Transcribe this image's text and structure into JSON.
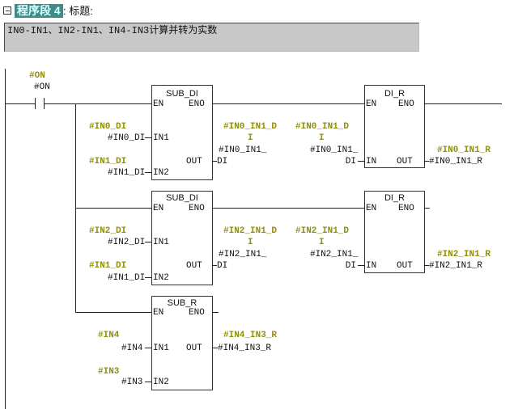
{
  "network": {
    "collapse_icon": "minus-box-icon",
    "label": "程序段 4",
    "title_suffix": ": 标题:",
    "comment": "IN0-IN1、IN2-IN1、IN4-IN3计算并转为实数"
  },
  "contact": {
    "symbol": "#ON",
    "address": "#ON"
  },
  "blocks": [
    {
      "name": "SUB_DI",
      "en": "EN",
      "eno": "ENO",
      "in1": "IN1",
      "in2": "IN2",
      "out": "OUT",
      "in1_symbol": "#IN0_DI",
      "in1_addr": "#IN0_DI",
      "in2_symbol": "#IN1_DI",
      "in2_addr": "#IN1_DI",
      "out_symbol_1": "#IN0_IN1_D",
      "out_symbol_2": "I",
      "out_addr_1": "#IN0_IN1_",
      "out_addr_2": "DI"
    },
    {
      "name": "DI_R",
      "en": "EN",
      "eno": "ENO",
      "in": "IN",
      "out": "OUT",
      "in_symbol_1": "#IN0_IN1_D",
      "in_symbol_2": "I",
      "in_addr_1": "#IN0_IN1_",
      "in_addr_2": "DI",
      "out_symbol": "#IN0_IN1_R",
      "out_addr": "#IN0_IN1_R"
    },
    {
      "name": "SUB_DI",
      "en": "EN",
      "eno": "ENO",
      "in1": "IN1",
      "in2": "IN2",
      "out": "OUT",
      "in1_symbol": "#IN2_DI",
      "in1_addr": "#IN2_DI",
      "in2_symbol": "#IN1_DI",
      "in2_addr": "#IN1_DI",
      "out_symbol_1": "#IN2_IN1_D",
      "out_symbol_2": "I",
      "out_addr_1": "#IN2_IN1_",
      "out_addr_2": "DI"
    },
    {
      "name": "DI_R",
      "en": "EN",
      "eno": "ENO",
      "in": "IN",
      "out": "OUT",
      "in_symbol_1": "#IN2_IN1_D",
      "in_symbol_2": "I",
      "in_addr_1": "#IN2_IN1_",
      "in_addr_2": "DI",
      "out_symbol": "#IN2_IN1_R",
      "out_addr": "#IN2_IN1_R"
    },
    {
      "name": "SUB_R",
      "en": "EN",
      "eno": "ENO",
      "in1": "IN1",
      "in2": "IN2",
      "out": "OUT",
      "in1_symbol": "#IN4",
      "in1_addr": "#IN4",
      "in2_symbol": "#IN3",
      "in2_addr": "#IN3",
      "out_symbol": "#IN4_IN3_R",
      "out_addr": "#IN4_IN3_R"
    }
  ]
}
